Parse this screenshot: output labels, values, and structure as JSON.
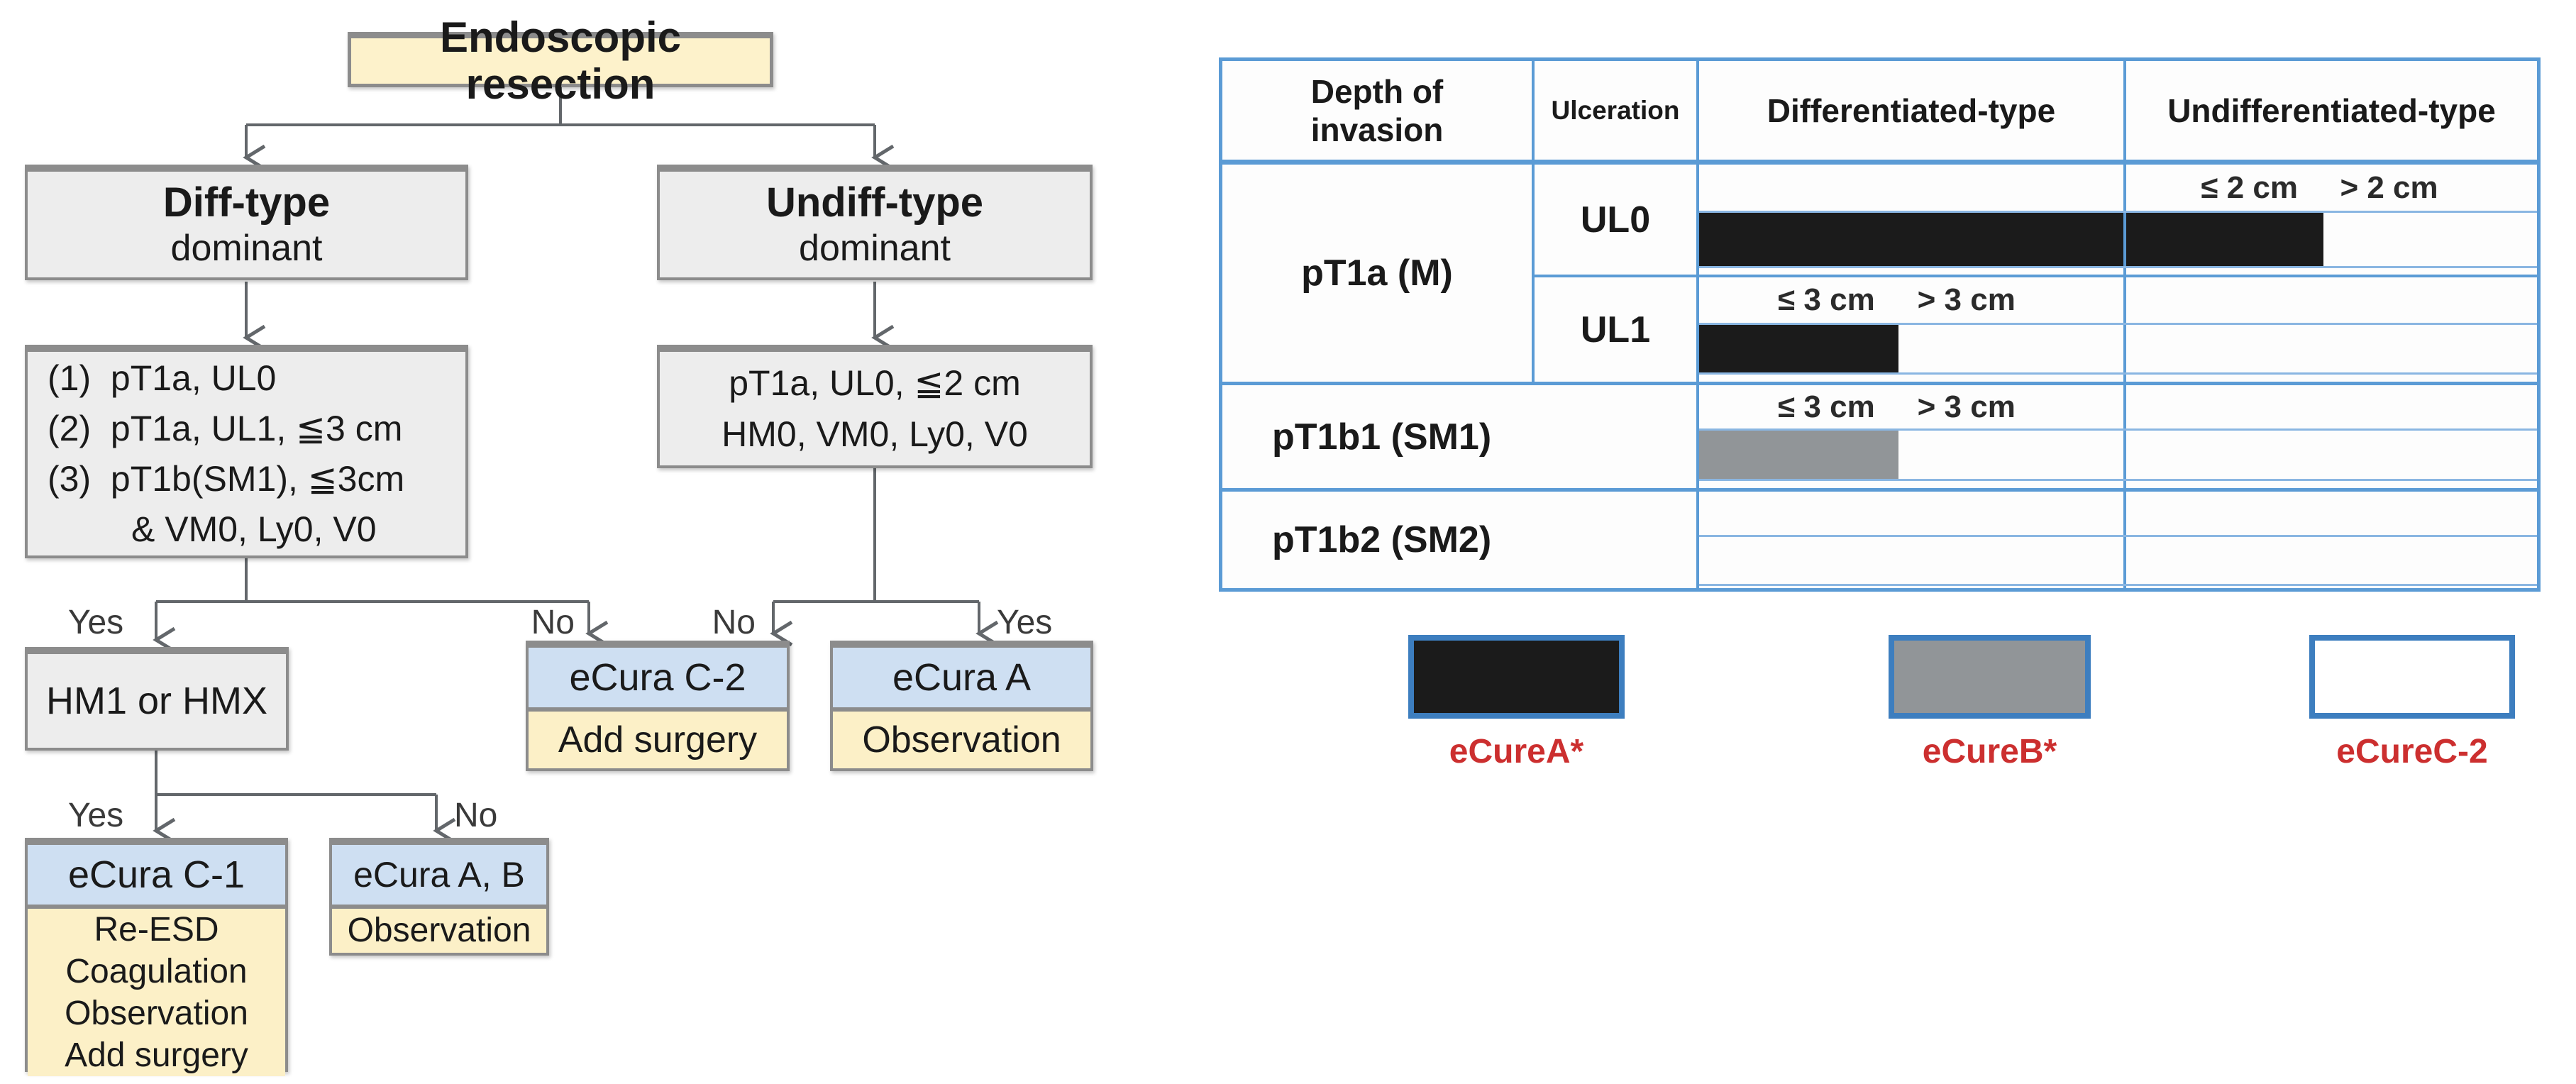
{
  "figure": {
    "description_left": "Endoscopic resection decision flowchart",
    "description_right": "eCure category table by depth of invasion"
  },
  "colors": {
    "title_box_yellow": "#fdf2cb",
    "node_gray": "#ededed",
    "node_blue_header": "#cedff2",
    "node_yellow_body": "#fcf0c7",
    "node_border_gray": "#8c8c8c",
    "connector_gray": "#63676b",
    "table_border_blue": "#5b9bd5",
    "bar_black": "#1b1b1b",
    "bar_gray": "#919598",
    "legend_label_red": "#cc2f2f"
  },
  "flowchart": {
    "root_label": "Endoscopic resection",
    "branch_yes": "Yes",
    "branch_no": "No",
    "diff_box": {
      "title": "Diff-type",
      "subtitle": "dominant"
    },
    "undiff_box": {
      "title": "Undiff-type",
      "subtitle": "dominant"
    },
    "diff_criteria": [
      "(1)  pT1a, UL0",
      "(2)  pT1a, UL1, ≦3 cm",
      "(3)  pT1b(SM1), ≦3cm",
      "& VM0, Ly0, V0"
    ],
    "undiff_criteria": [
      "pT1a, UL0, ≦2 cm",
      "HM0, VM0, Ly0, V0"
    ],
    "hm_box_label": "HM1 or HMX",
    "ecura_c2": {
      "title": "eCura C-2",
      "body": "Add surgery"
    },
    "ecura_a": {
      "title": "eCura A",
      "body": "Observation"
    },
    "ecura_c1": {
      "title": "eCura C-1",
      "body": [
        "Re-ESD",
        "Coagulation",
        "Observation",
        "Add surgery"
      ]
    },
    "ecura_ab": {
      "title": "eCura A, B",
      "body": "Observation"
    }
  },
  "table": {
    "headers": {
      "depth": "Depth of invasion",
      "ulceration": "Ulceration",
      "diff": "Differentiated-type",
      "undiff": "Undifferentiated-type"
    },
    "row_labels": {
      "pt1a": "pT1a (M)",
      "ul0": "UL0",
      "ul1": "UL1",
      "pt1b1": "pT1b1 (SM1)",
      "pt1b2": "pT1b2 (SM2)"
    },
    "size_labels": {
      "le2": "≤ 2 cm",
      "gt2": "> 2 cm",
      "le3": "≤ 3 cm",
      "gt3": "> 3 cm"
    },
    "bars": {
      "ul0_diff": {
        "type": "black",
        "frac": 1.0,
        "meaning": "eCureA*"
      },
      "ul0_undiff": {
        "type": "black",
        "frac": 0.48,
        "meaning": "eCureA*"
      },
      "ul1_diff": {
        "type": "black",
        "frac": 0.47,
        "meaning": "eCureA*"
      },
      "sm1_diff": {
        "type": "gray",
        "frac": 0.47,
        "meaning": "eCureB*"
      }
    }
  },
  "legend": {
    "items": [
      {
        "swatch": "black",
        "label": "eCureA*"
      },
      {
        "swatch": "gray",
        "label": "eCureB*"
      },
      {
        "swatch": "white",
        "label": "eCureC-2"
      }
    ]
  }
}
